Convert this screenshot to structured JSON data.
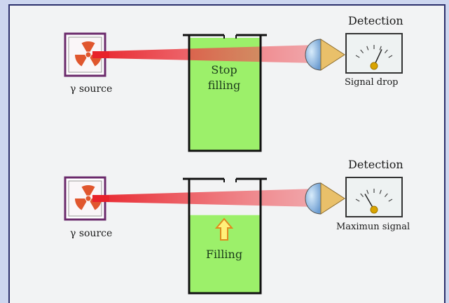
{
  "scenes": [
    {
      "source_label": "γ source",
      "header": "Detection",
      "tank_text": [
        "Stop",
        "filling"
      ],
      "detector_label": "Signal drop",
      "state": "stop",
      "fill_level": 1.0
    },
    {
      "source_label": "γ source",
      "header": "Detection",
      "tank_text": [
        "Filling"
      ],
      "detector_label": "Maximun signal",
      "state": "filling",
      "fill_level": 0.7
    }
  ],
  "colors": {
    "liquid": "#9cf06a",
    "beam": "#e8222a",
    "source_border": "#6b2a6b",
    "radiation": "#e0562e",
    "arrow_fill": "#fff07a",
    "arrow_stroke": "#e08a1e",
    "detector_lens": "#7fb0e0",
    "detector_cone": "#e9c06a",
    "needle": "#d9a400"
  },
  "icons": [
    "radiation-icon",
    "detector-icon",
    "meter-icon",
    "up-arrow-icon"
  ]
}
